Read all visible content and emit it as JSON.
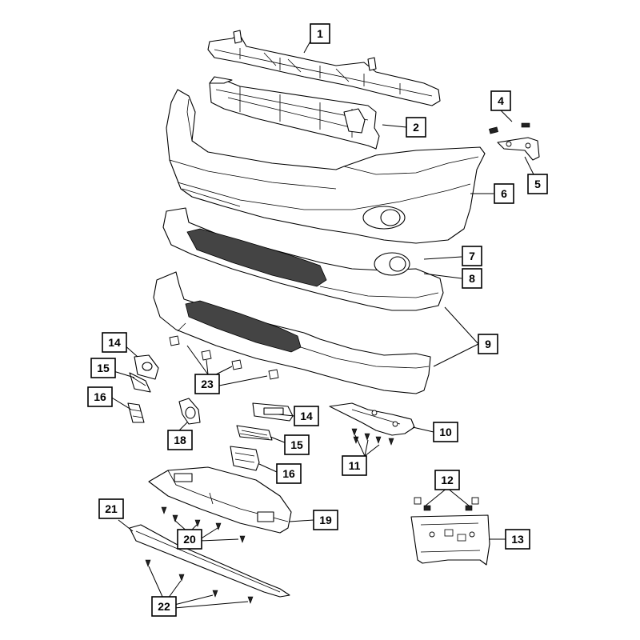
{
  "diagram": {
    "callouts": [
      {
        "id": "c1",
        "label": "1"
      },
      {
        "id": "c2",
        "label": "2"
      },
      {
        "id": "c4",
        "label": "4"
      },
      {
        "id": "c5",
        "label": "5"
      },
      {
        "id": "c6",
        "label": "6"
      },
      {
        "id": "c7",
        "label": "7"
      },
      {
        "id": "c8",
        "label": "8"
      },
      {
        "id": "c9",
        "label": "9"
      },
      {
        "id": "c10",
        "label": "10"
      },
      {
        "id": "c11",
        "label": "11"
      },
      {
        "id": "c12",
        "label": "12"
      },
      {
        "id": "c13",
        "label": "13"
      },
      {
        "id": "c14a",
        "label": "14"
      },
      {
        "id": "c14b",
        "label": "14"
      },
      {
        "id": "c15a",
        "label": "15"
      },
      {
        "id": "c15b",
        "label": "15"
      },
      {
        "id": "c16a",
        "label": "16"
      },
      {
        "id": "c16b",
        "label": "16"
      },
      {
        "id": "c18",
        "label": "18"
      },
      {
        "id": "c19",
        "label": "19"
      },
      {
        "id": "c20",
        "label": "20"
      },
      {
        "id": "c21",
        "label": "21"
      },
      {
        "id": "c22",
        "label": "22"
      },
      {
        "id": "c23",
        "label": "23"
      }
    ]
  }
}
